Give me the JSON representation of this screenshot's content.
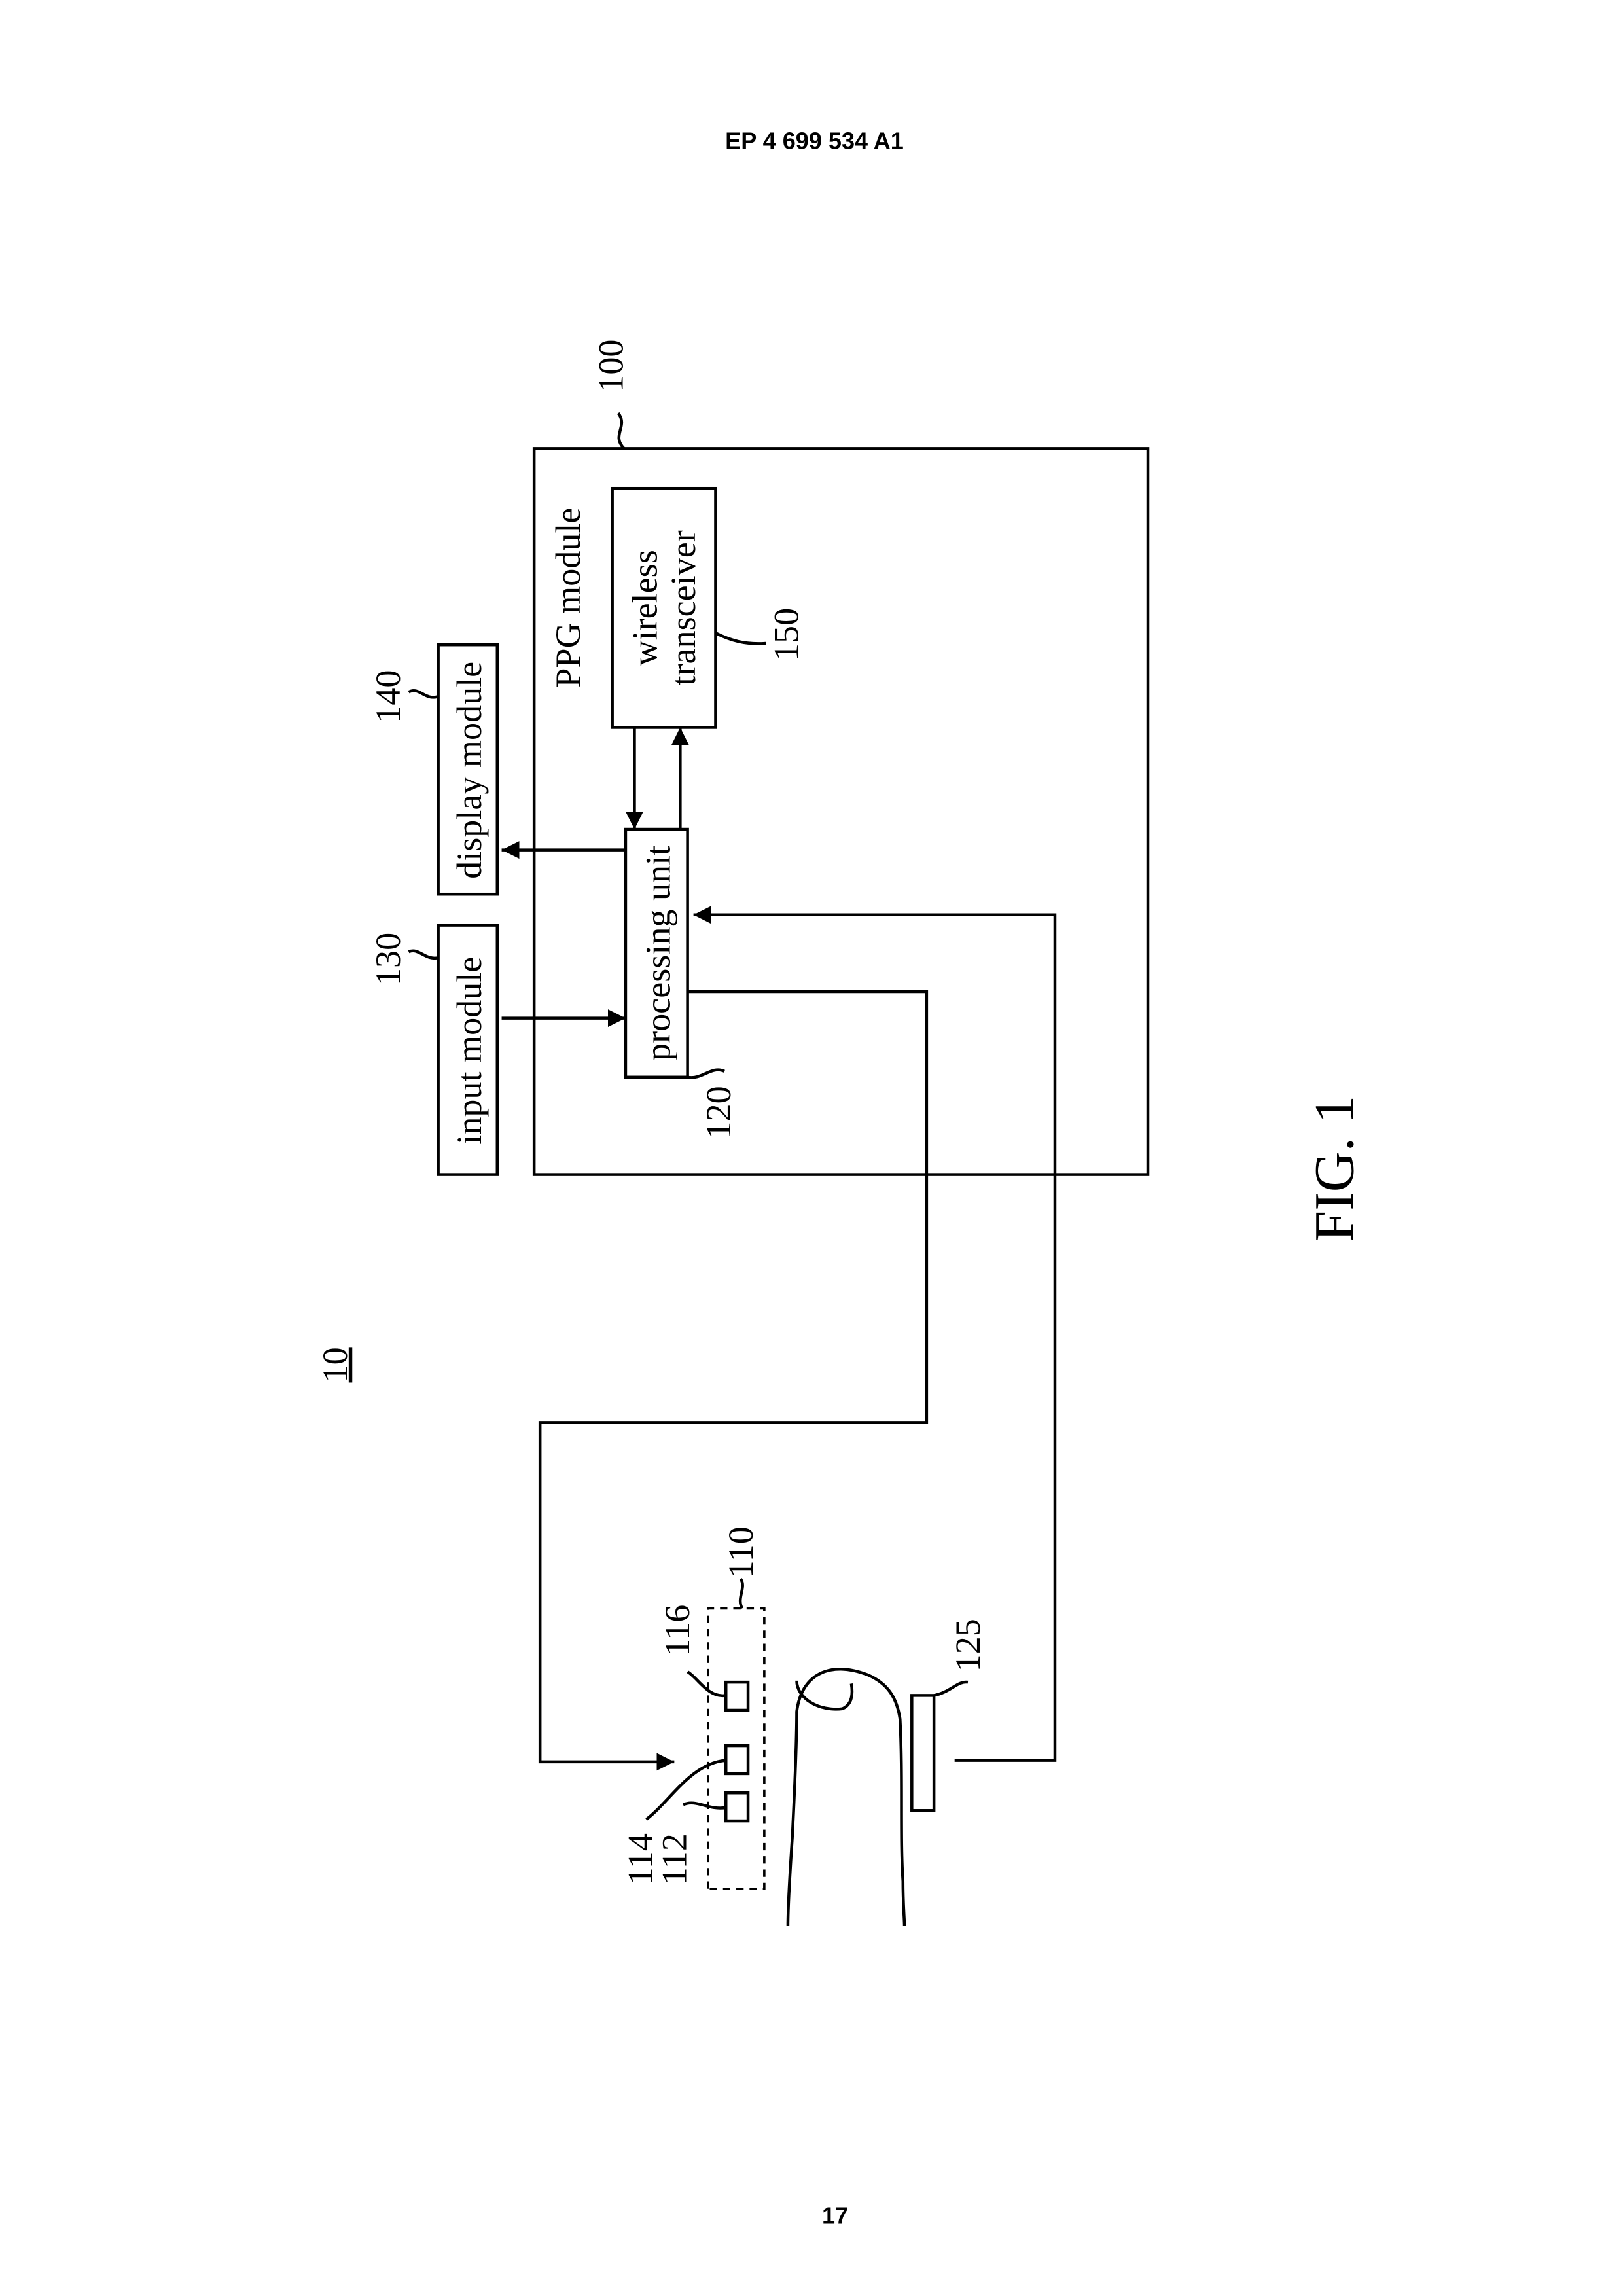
{
  "header": {
    "document_number": "EP 4 699 534 A1"
  },
  "footer": {
    "page_number": "17"
  },
  "figure": {
    "caption": "FIG. 1",
    "system_ref": "10",
    "ppg_module": {
      "label": "PPG module",
      "ref": "100"
    },
    "processing_unit": {
      "label": "processing unit",
      "ref": "120"
    },
    "input_module": {
      "label": "input module",
      "ref": "130"
    },
    "display_module": {
      "label": "display module",
      "ref": "140"
    },
    "wireless_transceiver": {
      "line1": "wireless",
      "line2": "transceiver",
      "ref": "150"
    },
    "sensor_unit": {
      "ref": "110",
      "elements": [
        "112",
        "114",
        "116"
      ]
    },
    "detector": {
      "ref": "125"
    }
  }
}
